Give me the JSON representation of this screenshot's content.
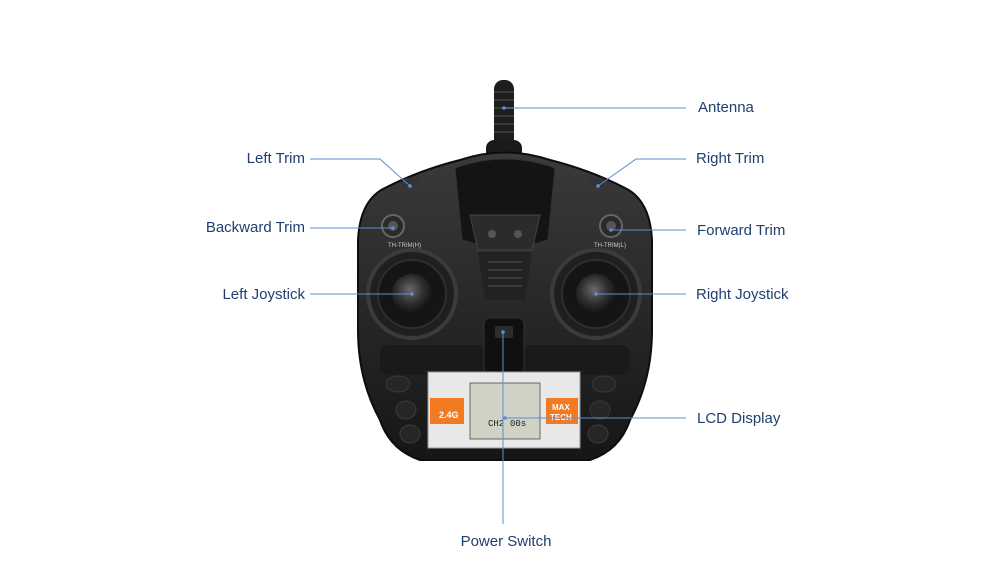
{
  "diagram": {
    "labels": {
      "antenna": "Antenna",
      "left_trim": "Left Trim",
      "right_trim": "Right Trim",
      "backward_trim": "Backward Trim",
      "forward_trim": "Forward Trim",
      "left_joystick": "Left Joystick",
      "right_joystick": "Right Joystick",
      "lcd_display": "LCD Display",
      "power_switch": "Power Switch"
    },
    "device_text": {
      "trim_left": "TH-TRIM(H)",
      "trim_right": "TH-TRIM(L)",
      "freq": "2.4G",
      "brand_line1": "MAX",
      "brand_line2": "TECH",
      "lcd_channel": "CH2",
      "lcd_value": "00s"
    },
    "colors": {
      "label_text": "#1f3f6e",
      "leader_line": "#5b8fd6",
      "body": "#1c1c1c",
      "accent_orange": "#f07b22"
    }
  }
}
